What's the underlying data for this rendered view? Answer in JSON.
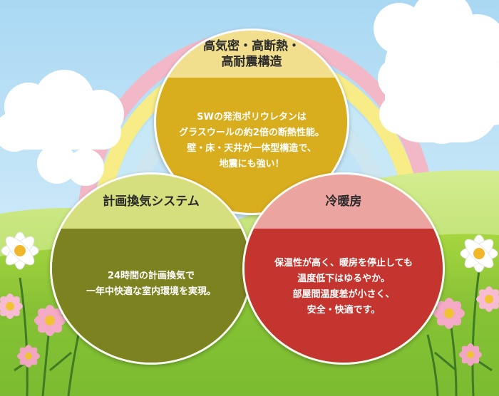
{
  "colors": {
    "sky": "#bfe3f7",
    "rainbow_pink": "#f3b8c8",
    "rainbow_yellow": "#f7ec86",
    "grass": "#9ed23a",
    "top_head": "#f2df8d",
    "top_body": "#d8ad1e",
    "left_head": "#d5df7e",
    "left_body": "#7d8220",
    "right_head": "#eba4a0",
    "right_body": "#c3352e"
  },
  "circles": {
    "top": {
      "title_line1": "高気密・高断熱・",
      "title_line2": "高耐震構造",
      "lines": [
        "SWの発泡ポリウレタンは",
        "グラスウールの約2倍の断熱性能。",
        "壁・床・天井が一体型構造で、",
        "地震にも強い！"
      ]
    },
    "left": {
      "title": "計画換気システム",
      "lines": [
        "24時間の計画換気で",
        "一年中快適な室内環境を実現。"
      ]
    },
    "right": {
      "title": "冷暖房",
      "lines": [
        "保温性が高く、暖房を停止しても",
        "温度低下はゆるやか。",
        "部屋間温度差が小さく、",
        "安全・快適です。"
      ]
    }
  },
  "decorations": [
    "cloud-icon",
    "rainbow-icon",
    "daisy-flower-icon",
    "cosmos-flower-icon"
  ]
}
